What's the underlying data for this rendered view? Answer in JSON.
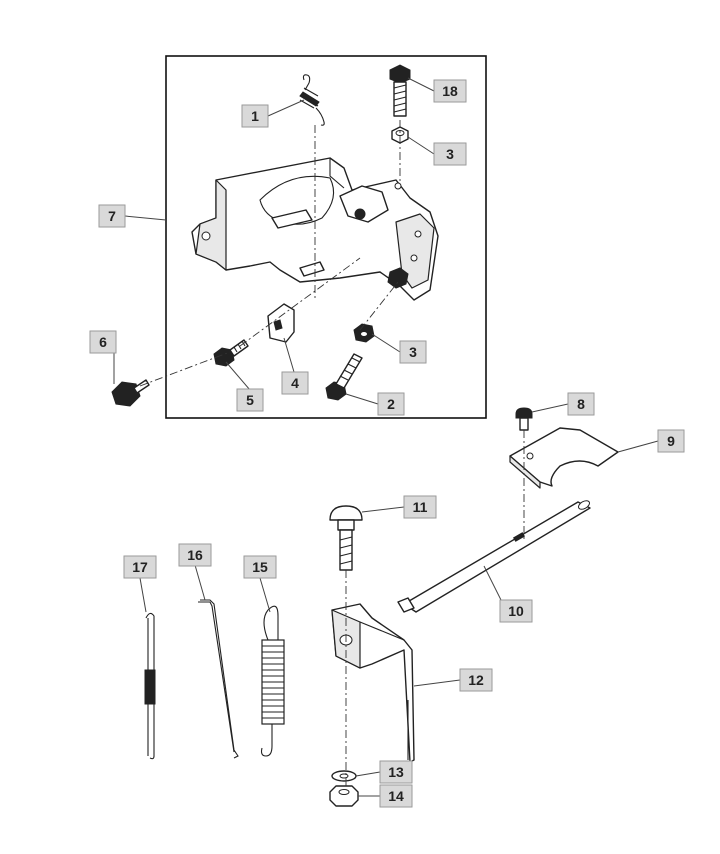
{
  "diagram": {
    "callouts": {
      "c1": "1",
      "c2": "2",
      "c3a": "3",
      "c3b": "3",
      "c4": "4",
      "c5": "5",
      "c6": "6",
      "c7": "7",
      "c8": "8",
      "c9": "9",
      "c10": "10",
      "c11": "11",
      "c12": "12",
      "c13": "13",
      "c14": "14",
      "c15": "15",
      "c16": "16",
      "c17": "17",
      "c18": "18"
    },
    "colors": {
      "callout_fill": "#d9d9d9",
      "line": "#222222",
      "background": "#ffffff"
    }
  }
}
